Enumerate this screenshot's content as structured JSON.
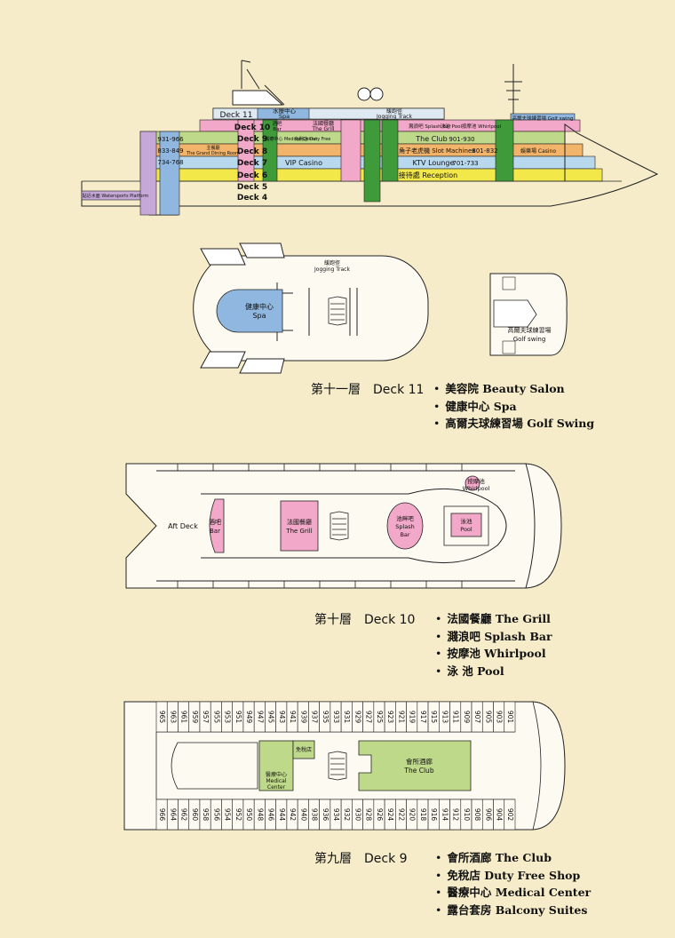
{
  "colors": {
    "background": "#f6ecc9",
    "spa_blue": "#8fb7e0",
    "pink": "#f2a8c8",
    "green": "#3f9a3a",
    "light_green": "#bfd98a",
    "yellow": "#f2e84a",
    "orange": "#f2b36a",
    "purple": "#c6a8d8",
    "sky": "#b8d8ee"
  },
  "profile": {
    "deck11": "Deck 11",
    "spa_cn": "水療中心",
    "spa_en": "Spa",
    "jog_cn": "緩跑徑",
    "jog_en": "Jogging Track",
    "golf": "高爾夫球練習場 Golf swing",
    "deck10": "Deck 10",
    "bar_cn": "酒吧",
    "bar_en": "Bar",
    "grill_cn": "法國餐廳",
    "grill_en": "The Grill",
    "splash": "濺浪吧\nSplash Bar",
    "pool": "泳池\nPool",
    "whirl": "按摩池\nWhirlpool",
    "deck9": "Deck 9",
    "r9": "931-966",
    "medical": "醫療中心\nMedical Center",
    "dutyfree": "免稅店\nDuty Free",
    "club": "The Club",
    "r9b": "901-930",
    "deck8": "Deck 8",
    "r8": "833-849",
    "dining_cn": "主餐廳",
    "dining_en": "The Grand Dining Room",
    "slots": "角子老虎機 Slot Machines",
    "r8b": "801-832",
    "casino": "娛樂場\nCasino",
    "deck7": "Deck 7",
    "r7": "734-768",
    "vip": "VIP Casino",
    "ktv": "KTV Lounge",
    "r7b": "701-733",
    "deck6": "Deck 6",
    "reception": "接待處 Reception",
    "deck5": "Deck 5",
    "deck4": "Deck 4",
    "water": "貼近水面 Watersports Platform"
  },
  "deck11": {
    "spa_cn": "健康中心",
    "spa_en": "Spa",
    "jog_cn": "緩跑徑",
    "jog_en": "Jogging Track",
    "golf_cn": "高爾夫球練習場",
    "golf_en": "Golf swing",
    "title": "第十一層　Deck 11",
    "legend": [
      "美容院 Beauty Salon",
      "健康中心 Spa",
      "高爾夫球練習場 Golf Swing"
    ]
  },
  "deck10": {
    "aft": "Aft Deck",
    "bar_cn": "酒吧",
    "bar_en": "Bar",
    "grill_cn": "法國餐廳",
    "grill_en": "The Grill",
    "splash_cn": "池畔吧",
    "splash_en1": "Splash",
    "splash_en2": "Bar",
    "whirl_cn": "按摩池",
    "whirl_en": "Whirlpool",
    "pool_cn": "泳池",
    "pool_en": "Pool",
    "title": "第十層　Deck 10",
    "legend": [
      "法國餐廳 The Grill",
      "濺浪吧 Splash Bar",
      "按摩池 Whirlpool",
      "泳 池 Pool"
    ]
  },
  "deck9": {
    "cabins_top": [
      "965",
      "963",
      "961",
      "959",
      "957",
      "955",
      "953",
      "951",
      "949",
      "947",
      "945",
      "943",
      "941",
      "939",
      "937",
      "935",
      "933",
      "931",
      "929",
      "927",
      "925",
      "923",
      "921",
      "919",
      "917",
      "915",
      "913",
      "911",
      "909",
      "907",
      "905",
      "903",
      "901"
    ],
    "cabins_bottom": [
      "966",
      "964",
      "962",
      "960",
      "958",
      "956",
      "954",
      "952",
      "950",
      "948",
      "946",
      "944",
      "942",
      "940",
      "938",
      "936",
      "934",
      "932",
      "930",
      "928",
      "926",
      "924",
      "922",
      "920",
      "918",
      "916",
      "914",
      "912",
      "910",
      "908",
      "906",
      "904",
      "902"
    ],
    "duty_cn": "免稅店",
    "medical_cn": "醫療中心",
    "medical_en1": "Medical",
    "medical_en2": "Center",
    "club_cn": "會所酒廊",
    "club_en": "The Club",
    "title": "第九層　Deck 9",
    "legend": [
      "會所酒廊 The Club",
      "免稅店 Duty Free Shop",
      "醫療中心 Medical Center",
      "露台套房 Balcony Suites"
    ]
  }
}
